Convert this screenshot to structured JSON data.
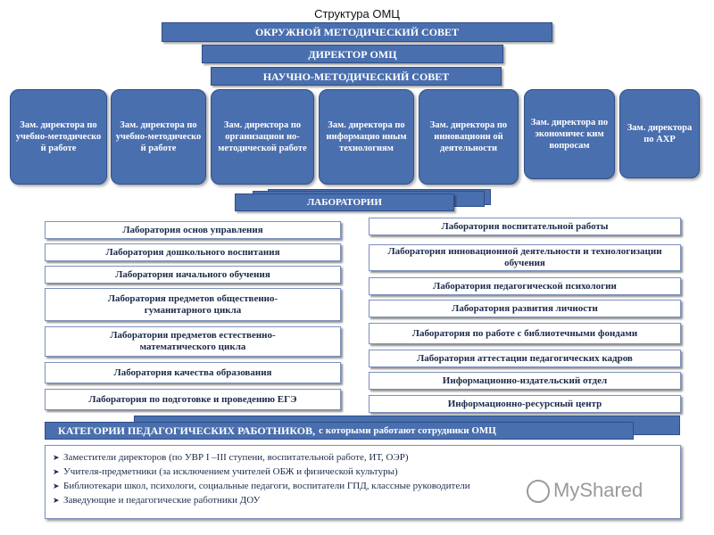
{
  "title": "Структура ОМЦ",
  "top_bars": [
    "ОКРУЖНОЙ МЕТОДИЧЕСКИЙ СОВЕТ",
    "ДИРЕКТОР ОМЦ",
    "НАУЧНО-МЕТОДИЧЕСКИЙ СОВЕТ"
  ],
  "deputies": [
    "Зам. директора по учебно-методическо й работе",
    "Зам. директора по учебно-методическо й работе",
    "Зам. директора по организацион но-методической работе",
    "Зам. директора по информацио нным технологиям",
    "Зам. директора по инновационн ой деятельности",
    "Зам. директора по экономичес ким вопросам",
    "Зам. директора по АХР"
  ],
  "laboratories_label": "ЛАБОРАТОРИИ",
  "labs_left": [
    "Лаборатория основ управления",
    "Лаборатория дошкольного воспитания",
    "Лаборатория начального обучения",
    "Лаборатория предметов общественно-гуманитарного цикла",
    "Лаборатория предметов естественно-математического цикла",
    "Лаборатория качества образования",
    "Лаборатория по подготовке и проведению ЕГЭ"
  ],
  "labs_right": [
    "Лаборатория воспитательной работы",
    "Лаборатория инновационной деятельности и технологизации обучения",
    "Лаборатория педагогической психологии",
    "Лаборатория развития личности",
    "Лаборатория по работе с библиотечными фондами",
    "Лаборатория аттестации педагогических кадров",
    "Информационно-издательский отдел",
    "Информационно-ресурсный центр"
  ],
  "categories": {
    "heading": "КАТЕГОРИИ ПЕДАГОГИЧЕСКИХ РАБОТНИКОВ,",
    "heading_suffix": "с которыми работают сотрудники ОМЦ",
    "items": [
      "Заместители директоров (по УВР I –III ступени, воспитательной работе, ИТ, ОЭР)",
      "Учителя-предметники (за исключением учителей ОБЖ и физической культуры)",
      "Библиотекари школ, психологи, социальные педагоги, воспитатели ГПД, классные руководители",
      "Заведующие и педагогические работники ДОУ"
    ]
  },
  "watermark": "MyShared",
  "colors": {
    "accent_blue": "#4a6fae",
    "border_blue": "#2f4f88",
    "text_dark": "#1b2a4a"
  }
}
